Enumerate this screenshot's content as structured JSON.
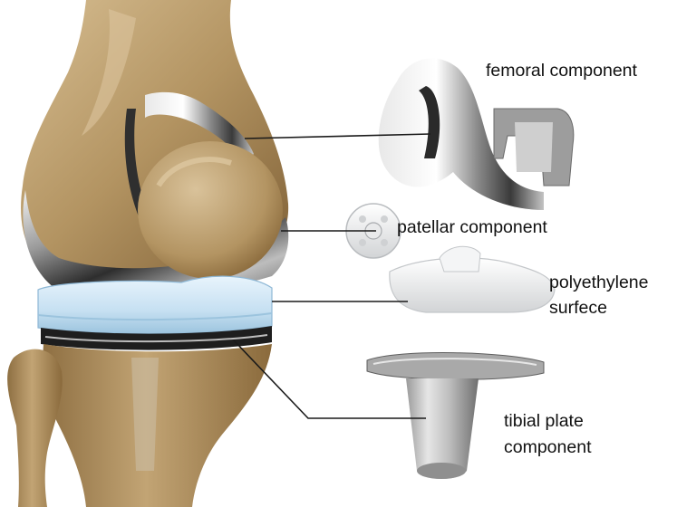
{
  "labels": {
    "femoral": "femoral component",
    "patellar": "patellar component",
    "poly_line1": "polyethylene",
    "poly_line2": "surfece",
    "tibial_line1": "tibial plate",
    "tibial_line2": "component"
  },
  "colors": {
    "bone": "#b39462",
    "bone_shadow": "#8a6a3c",
    "bone_highlight": "#d9c29a",
    "metal": "#c9c9c9",
    "metal_dark": "#3a3a3a",
    "metal_light": "#f2f2f2",
    "polyethylene": "#cfe6f5",
    "polyethylene_edge": "#8fb8d6",
    "leader_line": "#1a1a1a"
  }
}
